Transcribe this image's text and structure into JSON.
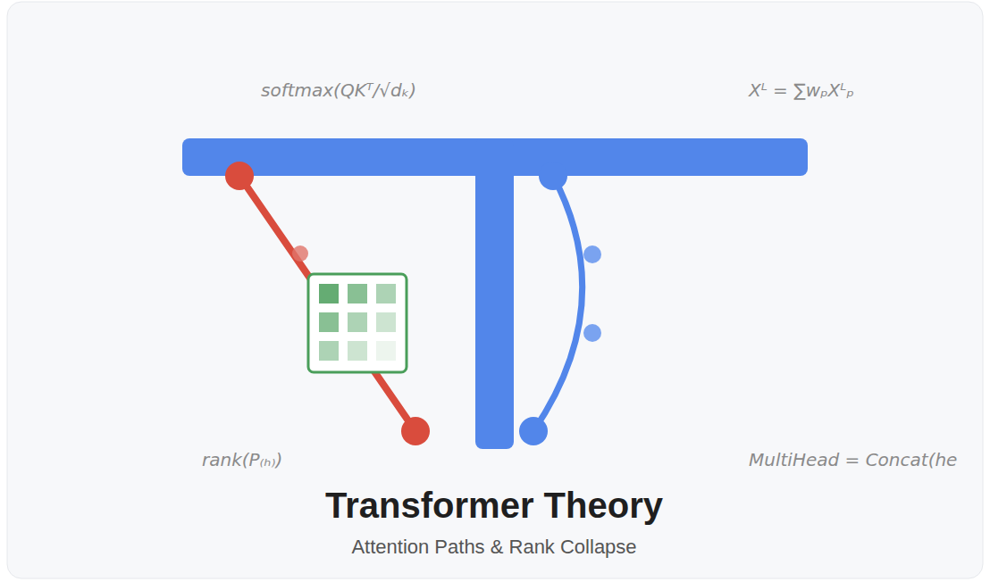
{
  "diagram": {
    "title": "Transformer Theory",
    "caption": "Attention Paths & Rank Collapse",
    "labels": [
      "softmax(QKᵀ/√dₖ)",
      "Xᴸ = ∑wₚXᴸₚ",
      "rank(P₍ₕ₎)",
      "MultiHead = Concat(he"
    ]
  }
}
